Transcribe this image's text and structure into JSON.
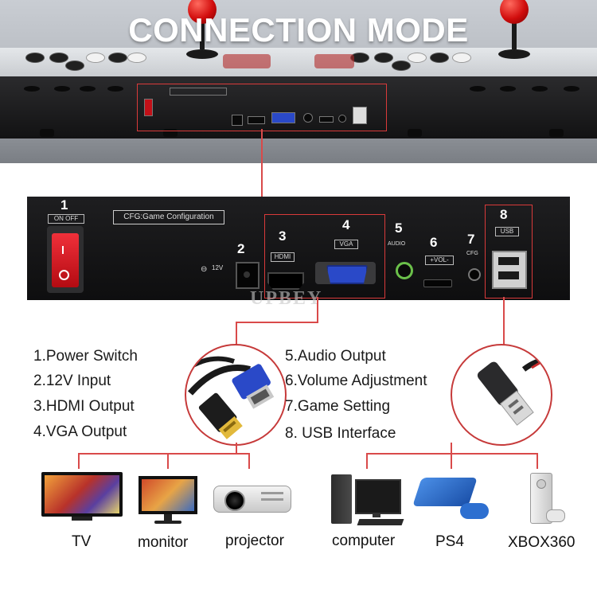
{
  "title": "CONNECTION MODE",
  "panel": {
    "numbers": [
      "1",
      "2",
      "3",
      "4",
      "5",
      "6",
      "7",
      "8"
    ],
    "silkscreen": {
      "onoff": "ON OFF",
      "cfg_title": "CFG:Game Configuration",
      "v12": "12V",
      "hdmi": "HDMI",
      "vga": "VGA",
      "audio": "AUDIO",
      "vol": "+VOL-",
      "cfg": "CFG",
      "usb": "USB"
    }
  },
  "watermark": "UPBEY",
  "legend_left": [
    "1.Power Switch",
    "2.12V Input",
    "3.HDMI Output",
    "4.VGA Output"
  ],
  "legend_right": [
    "5.Audio Output",
    "6.Volume Adjustment",
    "7.Game Setting",
    "8. USB Interface"
  ],
  "devices_left": [
    "TV",
    "monitor",
    "projector"
  ],
  "devices_right": [
    "computer",
    "PS4",
    "XBOX360"
  ],
  "colors": {
    "accent_red": "#d93a3a",
    "panel_black": "#141415",
    "switch_red": "#d8141c",
    "vga_blue": "#2a49c8"
  }
}
